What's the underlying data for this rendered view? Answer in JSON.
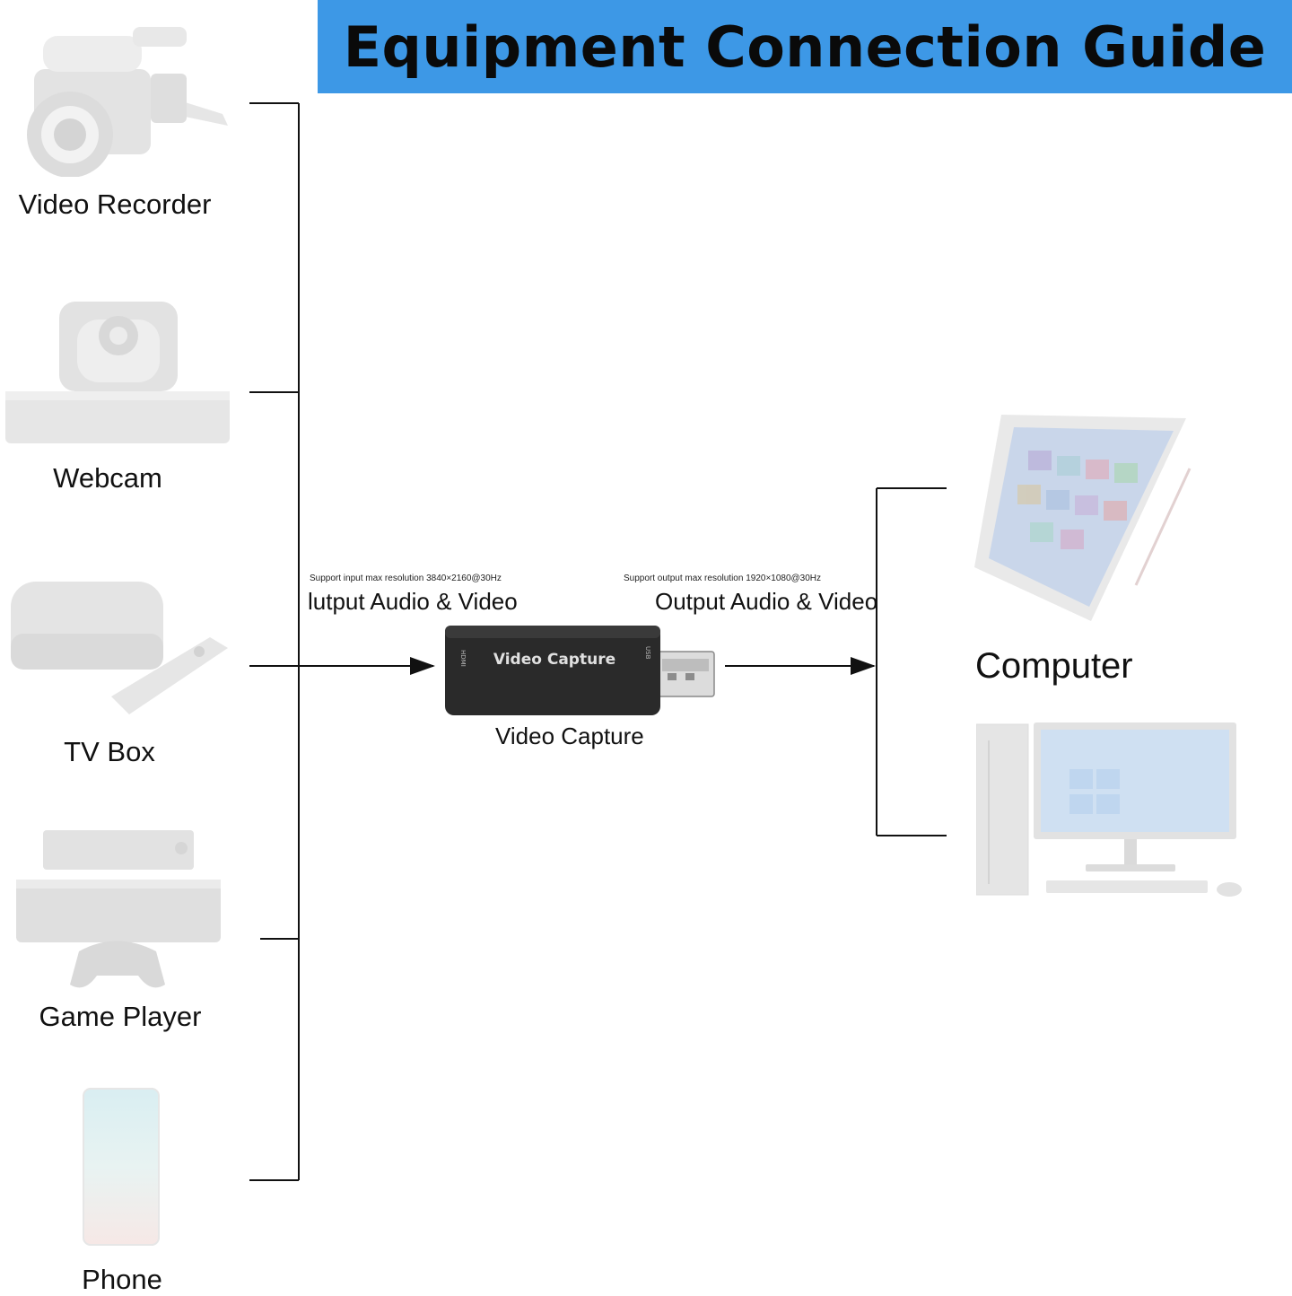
{
  "header": {
    "title": "Equipment Connection Guide",
    "accent_color": "#3d98e6"
  },
  "sources": [
    {
      "label": "Video Recorder",
      "icon": "video-camera-icon"
    },
    {
      "label": "Webcam",
      "icon": "ptz-webcam-icon"
    },
    {
      "label": "TV Box",
      "icon": "tv-box-icon"
    },
    {
      "label": "Game Player",
      "icon": "game-console-icon"
    },
    {
      "label": "Phone",
      "icon": "smartphone-icon"
    }
  ],
  "input": {
    "spec": "Support input max resolution 3840×2160@30Hz",
    "label": "lutput Audio & Video"
  },
  "device": {
    "label": "Video Capture",
    "body_text": "Video Capture",
    "port_in": "HDMI",
    "port_out": "USB"
  },
  "output": {
    "spec": "Support output max resolution 1920×1080@30Hz",
    "label": "Output Audio & Video"
  },
  "target": {
    "label": "Computer",
    "icons": [
      "tablet-pc-icon",
      "desktop-pc-icon"
    ]
  }
}
